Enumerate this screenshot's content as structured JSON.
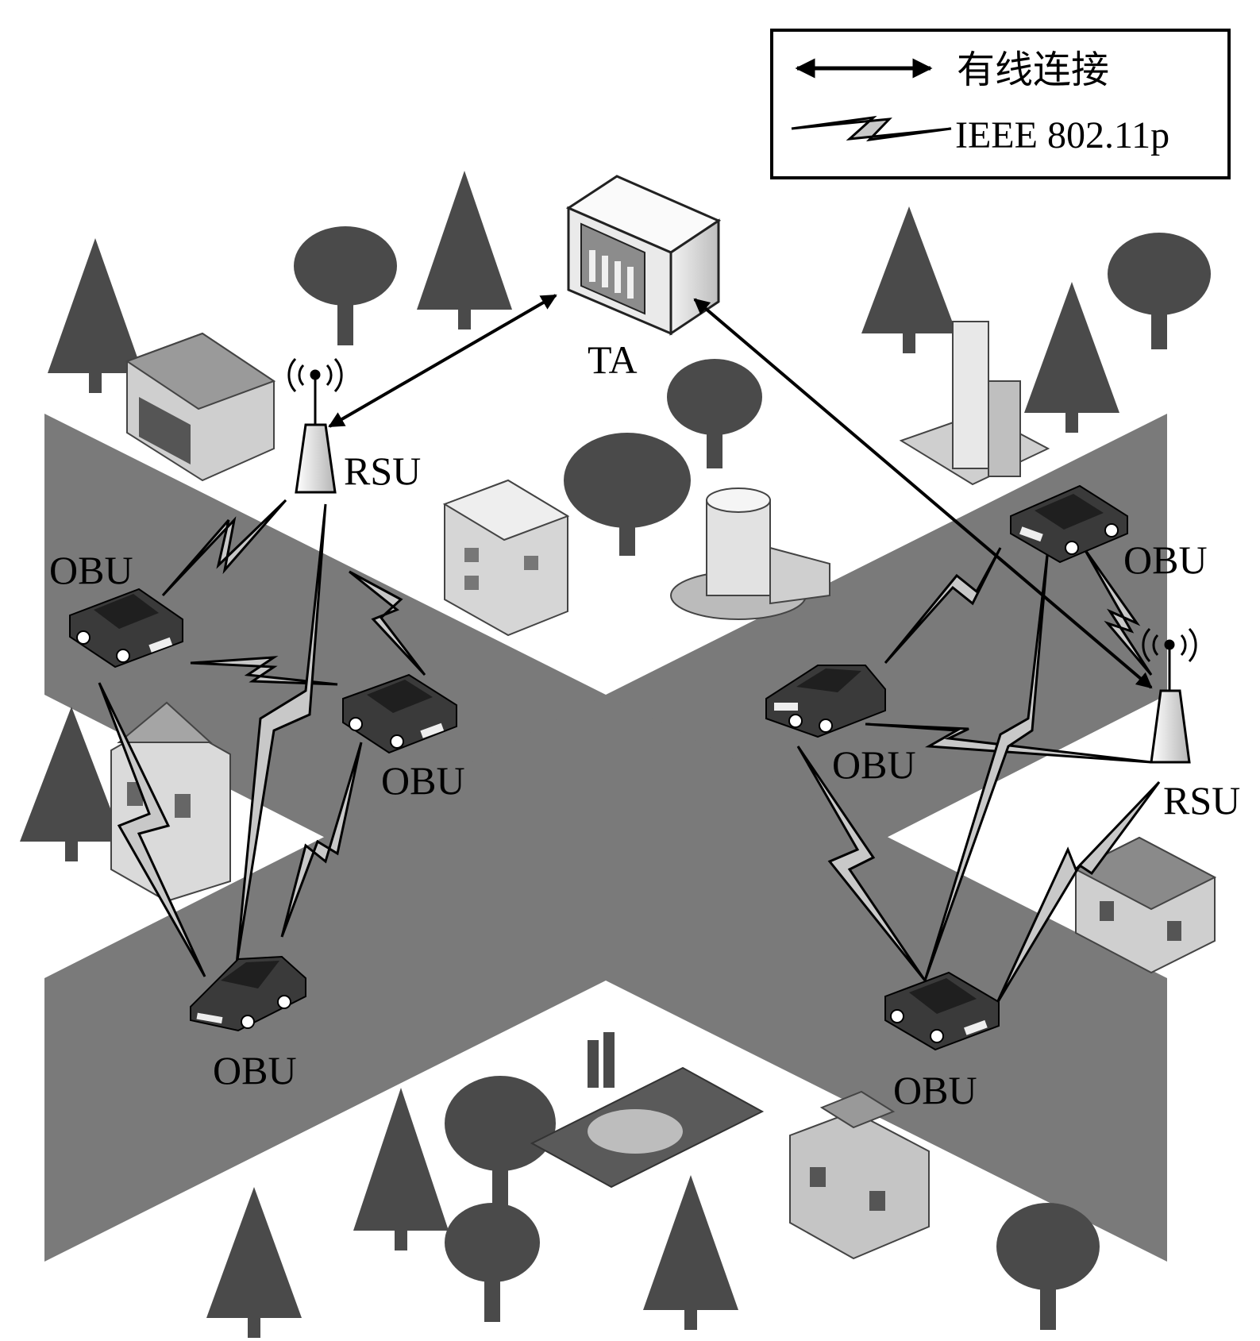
{
  "legend": {
    "wired_label": "有线连接",
    "wireless_label": "IEEE 802.11p"
  },
  "nodes": {
    "ta_label": "TA",
    "rsu_left_label": "RSU",
    "rsu_right_label": "RSU",
    "obu_left_a_label": "OBU",
    "obu_left_b_label": "OBU",
    "obu_left_c_label": "OBU",
    "obu_right_a_label": "OBU",
    "obu_right_b_label": "OBU",
    "obu_right_c_label": "OBU"
  },
  "colors": {
    "road": "#7a7a7a",
    "tree": "#4a4a4a",
    "building": "#cfcfcf",
    "car": "#3a3a3a",
    "wireless": "#c8c8c8"
  },
  "icons": [
    "tree-icon",
    "building-icon",
    "server-icon",
    "antenna-icon",
    "car-icon"
  ]
}
